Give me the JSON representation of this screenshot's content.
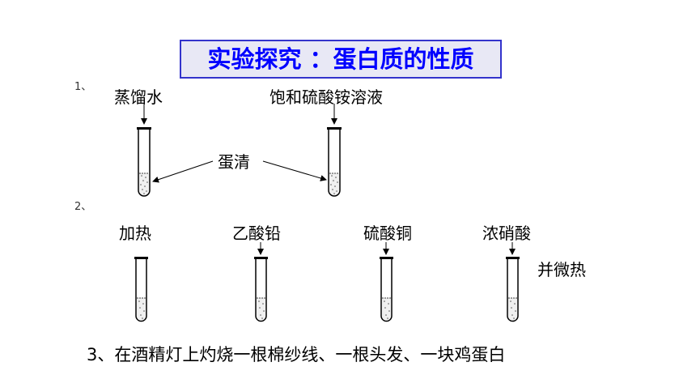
{
  "title": "实验探究 ：蛋白质的性质",
  "step1": {
    "number": "1、",
    "tube_left_label": "蒸馏水",
    "tube_right_label": "饱和硫酸铵溶液",
    "egg_white_label": "蛋清"
  },
  "step2": {
    "number": "2、",
    "labels": [
      "加热",
      "乙酸铅",
      "硫酸铜",
      "浓硝酸"
    ],
    "note": "并微热"
  },
  "step3": {
    "text": "3、在酒精灯上灼烧一根棉纱线、一根头发、一块鸡蛋白"
  }
}
